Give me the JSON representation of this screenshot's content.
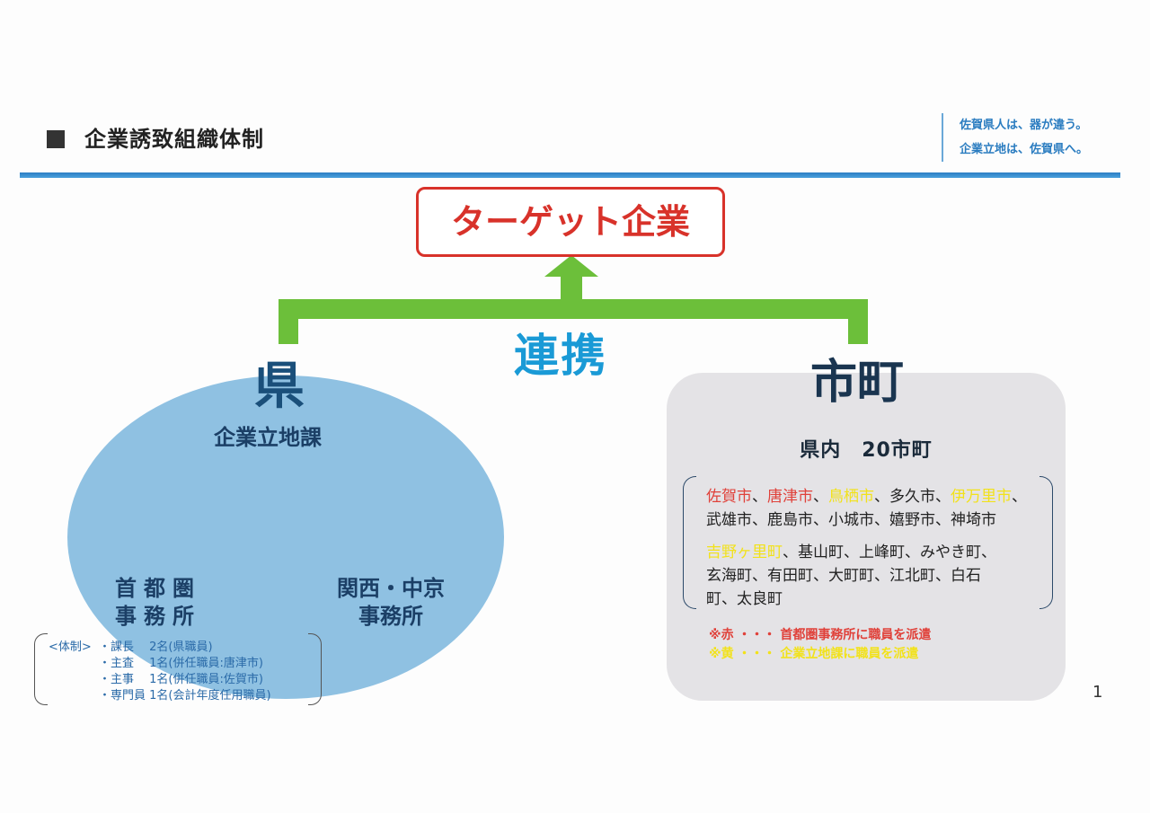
{
  "header": {
    "title": "企業誘致組織体制",
    "tagline": [
      "佐賀県人は、器が違う。",
      "企業立地は、佐賀県へ。"
    ]
  },
  "target": "ターゲット企業",
  "link": "連携",
  "prefecture": {
    "label": "県",
    "nodes": [
      "企業立地課",
      "首都圏\n事務所",
      "関西・中京\n事務所"
    ],
    "structure": {
      "heading": "<体制>",
      "rows": [
        "・課長　 2名(県職員)",
        "・主査　 1名(併任職員:唐津市)",
        "・主事　 1名(併任職員:佐賀市)",
        "・専門員 1名(会計年度任用職員)"
      ]
    }
  },
  "municipalities": {
    "label": "市町",
    "count": "県内　20市町",
    "cities_red": [
      "佐賀市",
      "唐津市"
    ],
    "cities_yellow": [
      "鳥栖市",
      "伊万里市"
    ],
    "line1_mid": "、多久市、",
    "line2": "武雄市、鹿島市、小城市、嬉野市、神埼市",
    "town_yellow": "吉野ヶ里町",
    "line3_rest": "、基山町、上峰町、みやき町、",
    "line4": "玄海町、有田町、大町町、江北町、白石",
    "line5": "町、太良町",
    "note_red": "※赤 ・・・ 首都圏事務所に職員を派遣",
    "note_yellow": "※黄 ・・・ 企業立地課に職員を派遣"
  },
  "page_number": "1",
  "colors": {
    "red": "#e0413a",
    "yellow": "#f2e21a",
    "green": "#6cbf3a",
    "blue": "#1a9ad6"
  }
}
